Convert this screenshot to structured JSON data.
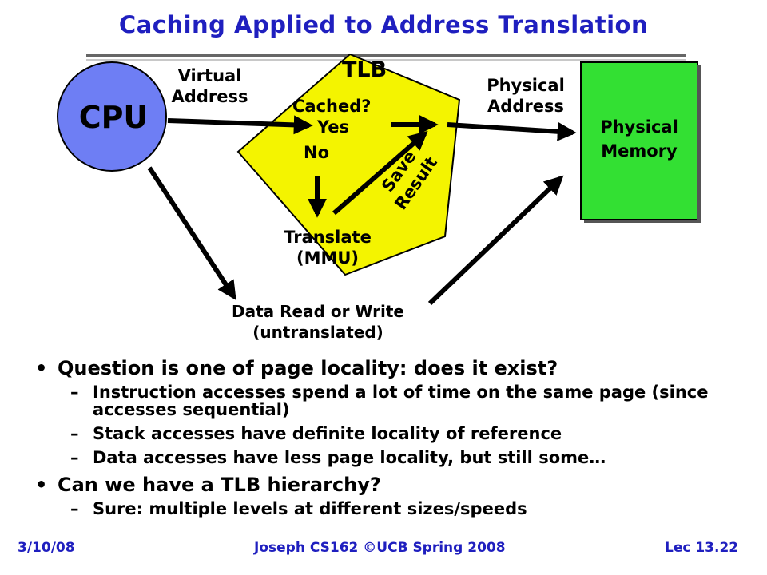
{
  "title": "Caching Applied to Address Translation",
  "diagram": {
    "cpu": "CPU",
    "tlb": "TLB",
    "virtual_address": [
      "Virtual",
      "Address"
    ],
    "cached_q": "Cached?",
    "yes": "Yes",
    "no": "No",
    "save_result": [
      "Save",
      "Result"
    ],
    "translate": [
      "Translate",
      "(MMU)"
    ],
    "physical_address": [
      "Physical",
      "Address"
    ],
    "physical_memory": [
      "Physical",
      "Memory"
    ],
    "data_rw": [
      "Data Read or Write",
      "(untranslated)"
    ],
    "colors": {
      "cpu": "#6e7ef4",
      "tlb": "#f4f400",
      "memory": "#33e033",
      "title": "#1f1fbf"
    }
  },
  "bullets": [
    {
      "level": 1,
      "text": "Question is one of page locality: does it exist?"
    },
    {
      "level": 2,
      "text": "Instruction accesses spend a lot of time on the same page (since accesses sequential)"
    },
    {
      "level": 2,
      "text": "Stack accesses have definite locality of reference"
    },
    {
      "level": 2,
      "text": "Data accesses have less page locality, but still some…"
    },
    {
      "level": 1,
      "text": "Can we have a TLB hierarchy?"
    },
    {
      "level": 2,
      "text": "Sure: multiple levels at different sizes/speeds"
    }
  ],
  "footer": {
    "date": "3/10/08",
    "center": "Joseph CS162 ©UCB Spring 2008",
    "lecture": "Lec 13.22"
  }
}
